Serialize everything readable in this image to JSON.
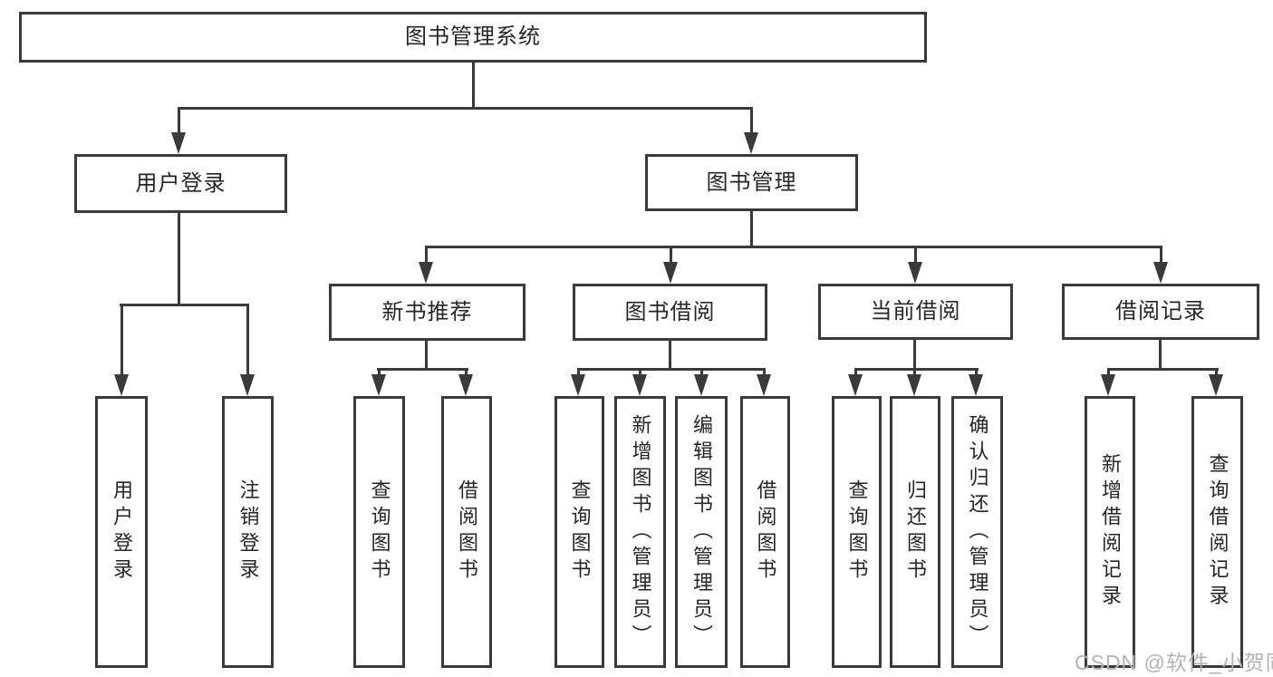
{
  "diagram": {
    "root": {
      "label": "图书管理系统"
    },
    "level2": {
      "user_login": {
        "label": "用户登录"
      },
      "book_mgmt": {
        "label": "图书管理"
      }
    },
    "level3": {
      "new_book_rec": {
        "label": "新书推荐"
      },
      "book_borrow": {
        "label": "图书借阅"
      },
      "current_borrow": {
        "label": "当前借阅"
      },
      "borrow_record": {
        "label": "借阅记录"
      }
    },
    "leaves": {
      "user_login": "用户登录",
      "logout": "注销登录",
      "nb_query_book": "查询图书",
      "nb_borrow_book": "借阅图书",
      "bb_query_book": "查询图书",
      "bb_add_book": "新增图书（管理员）",
      "bb_edit_book": "编辑图书（管理员）",
      "bb_borrow_book": "借阅图书",
      "cb_query_book": "查询图书",
      "cb_return_book": "归还图书",
      "cb_confirm_return": "确认归还（管理员）",
      "br_add_record": "新增借阅记录",
      "br_query_record": "查询借阅记录"
    },
    "watermark": "CSDN @软件_小贺同学",
    "colors": {
      "line": "#3a3a3a",
      "text": "#262626",
      "background": "#ffffff",
      "watermark": "#b3b3b3"
    }
  }
}
